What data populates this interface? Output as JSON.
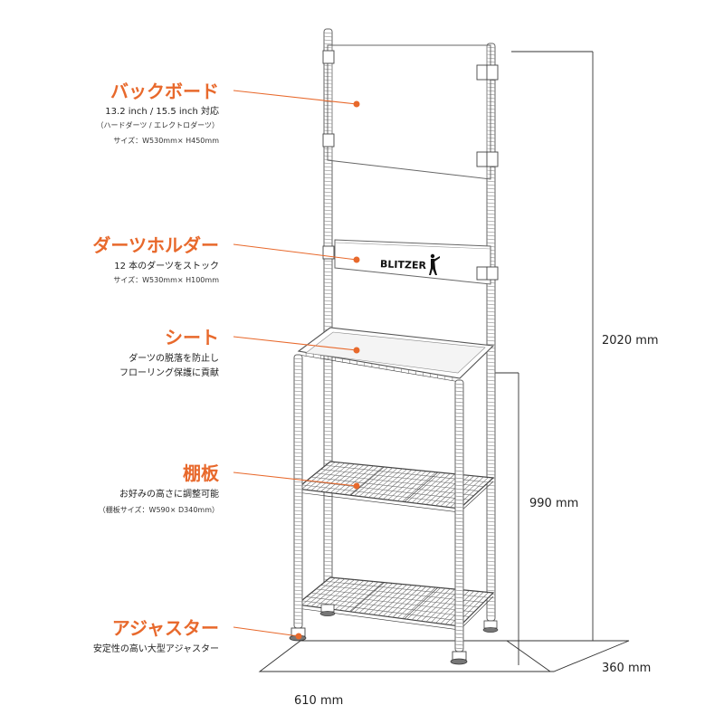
{
  "callouts": {
    "backboard": {
      "title": "バックボード",
      "line1": "13.2 inch / 15.5 inch 対応",
      "line2": "（ハードダーツ / エレクトロダーツ）",
      "line3": "サイズ：W530mm× H450mm"
    },
    "dart_holder": {
      "title": "ダーツホルダー",
      "line1": "12 本のダーツをストック",
      "line2": "サイズ：W530mm× H100mm"
    },
    "sheet": {
      "title": "シート",
      "line1": "ダーツの脱落を防止し",
      "line2": "フローリング保護に貢献"
    },
    "shelf": {
      "title": "棚板",
      "line1": "お好みの高さに調整可能",
      "line2": "（棚板サイズ：W590× D340mm）"
    },
    "adjuster": {
      "title": "アジャスター",
      "line1": "安定性の高い大型アジャスター"
    }
  },
  "dimensions": {
    "total_height": "2020 mm",
    "shelf_height": "990 mm",
    "depth": "360 mm",
    "width": "610 mm"
  },
  "brand": {
    "logo_text": "BLITZER"
  },
  "colors": {
    "accent": "#e8692c",
    "frame": "#555555"
  }
}
